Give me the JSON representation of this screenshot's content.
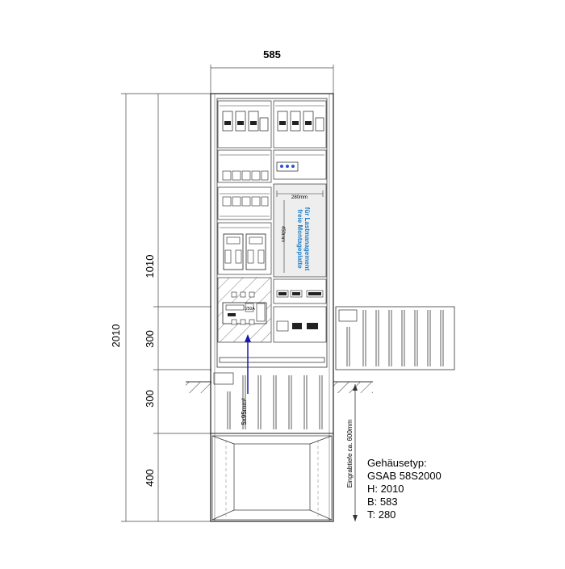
{
  "dimensions": {
    "width_label": "585",
    "total_height_label": "2010",
    "section_labels": [
      "1010",
      "300",
      "300",
      "400"
    ],
    "burial_depth_label": "Eingrabtiefe ca. 600mm",
    "mounting_width_label": "280mm",
    "mounting_height_label": "450mm",
    "cable_label": "5x95mm²",
    "breaker_rating_label": "250A"
  },
  "mounting_area": {
    "line1": "freie Montageplatte",
    "line2": "für Lastmanagement"
  },
  "spec": {
    "heading": "Gehäusetyp:",
    "model": "GSAB 58S2000",
    "height": "H: 2010",
    "width": "B: 583",
    "depth": "T: 280"
  },
  "colors": {
    "line": "#222222",
    "mounting_text": "#1e7fc8",
    "cable_arrow": "#1a1aa8",
    "hatch": "#555555"
  },
  "icons": [
    "fuse-symbol",
    "circuit-breaker-symbol",
    "meter-socket-symbol",
    "ground-hatch-symbol"
  ]
}
